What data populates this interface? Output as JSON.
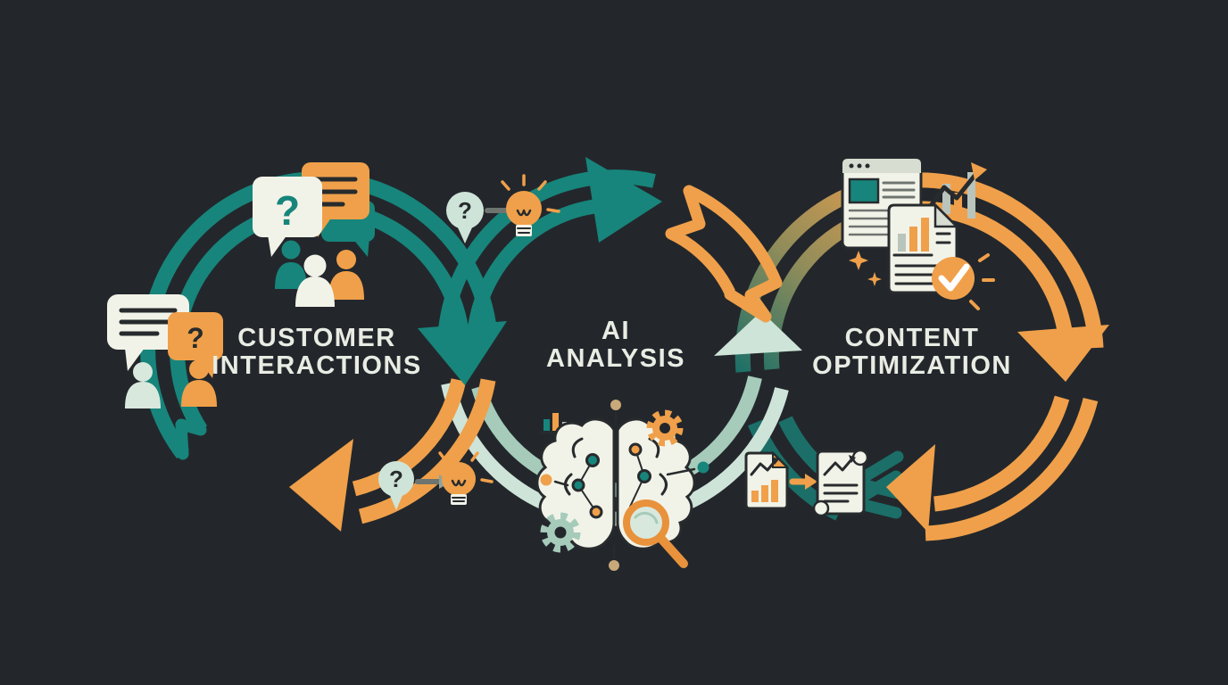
{
  "colors": {
    "background": "#23272C",
    "teal": "#17857B",
    "teal_dark": "#1B6F68",
    "pale_mint": "#CFE4D8",
    "pale_mint_dark": "#A6CBBA",
    "pale_person": "#D9E8DD",
    "orange": "#F0A04A",
    "orange_deep": "#E8923C",
    "cream": "#F2F3E8",
    "panel_gray": "#D8DDD2",
    "ink": "#272B2D",
    "line_gray": "#6E746F",
    "bar_gray": "#B9C4BC",
    "tan": "#C9A87A",
    "olive": "#8F8C5A",
    "arrow_gray": "#8FA39B",
    "text": "#E9ECE3"
  },
  "stages": [
    {
      "id": "customer-interactions",
      "lines": [
        "CUSTOMER",
        "INTERACTIONS"
      ]
    },
    {
      "id": "ai-analysis",
      "lines": [
        "AI",
        "ANALYSIS"
      ]
    },
    {
      "id": "content-optimization",
      "lines": [
        "CONTENT",
        "OPTIMIZATION"
      ]
    }
  ],
  "glyphs": {
    "question_mark": "?"
  }
}
